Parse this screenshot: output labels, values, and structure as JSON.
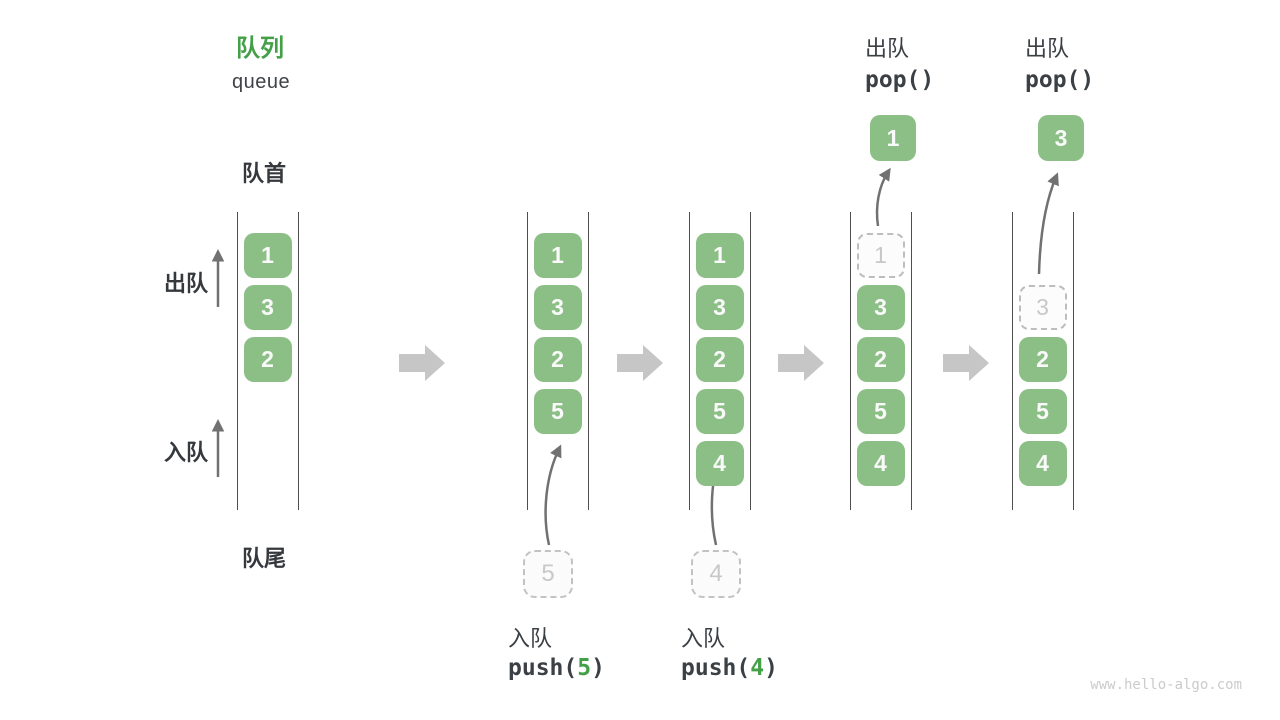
{
  "title": {
    "zh": "队列",
    "en": "queue"
  },
  "labels": {
    "front": "队首",
    "rear": "队尾",
    "dequeue_direction": "出队",
    "enqueue_direction": "入队"
  },
  "colors": {
    "item_green": "#8BBF85",
    "accent_green": "#43A047",
    "block_arrow_gray": "#C6C6C6",
    "thin_arrow_gray": "#717171",
    "wall_gray": "#4E4E4E",
    "dashed_border_gray": "#BDBDBD",
    "faded_text_gray": "#C8C8C8",
    "text_dark": "#3B4045",
    "watermark_gray": "#CBCBCB"
  },
  "states": [
    {
      "name": "initial",
      "slots": [
        {
          "row": 0,
          "type": "solid",
          "v": "1"
        },
        {
          "row": 1,
          "type": "solid",
          "v": "3"
        },
        {
          "row": 2,
          "type": "solid",
          "v": "2"
        }
      ]
    },
    {
      "name": "after-push-5",
      "slots": [
        {
          "row": 0,
          "type": "solid",
          "v": "1"
        },
        {
          "row": 1,
          "type": "solid",
          "v": "3"
        },
        {
          "row": 2,
          "type": "solid",
          "v": "2"
        },
        {
          "row": 3,
          "type": "solid",
          "v": "5"
        }
      ]
    },
    {
      "name": "after-push-4",
      "slots": [
        {
          "row": 0,
          "type": "solid",
          "v": "1"
        },
        {
          "row": 1,
          "type": "solid",
          "v": "3"
        },
        {
          "row": 2,
          "type": "solid",
          "v": "2"
        },
        {
          "row": 3,
          "type": "solid",
          "v": "5"
        },
        {
          "row": 4,
          "type": "solid",
          "v": "4"
        }
      ]
    },
    {
      "name": "after-pop-1",
      "slots": [
        {
          "row": 0,
          "type": "dashed",
          "v": "1"
        },
        {
          "row": 1,
          "type": "solid",
          "v": "3"
        },
        {
          "row": 2,
          "type": "solid",
          "v": "2"
        },
        {
          "row": 3,
          "type": "solid",
          "v": "5"
        },
        {
          "row": 4,
          "type": "solid",
          "v": "4"
        }
      ]
    },
    {
      "name": "after-pop-3",
      "slots": [
        {
          "row": 1,
          "type": "dashed",
          "v": "3"
        },
        {
          "row": 2,
          "type": "solid",
          "v": "2"
        },
        {
          "row": 3,
          "type": "solid",
          "v": "5"
        },
        {
          "row": 4,
          "type": "solid",
          "v": "4"
        }
      ]
    }
  ],
  "operations": {
    "push5": {
      "label": "入队",
      "code_pre": "push(",
      "code_arg": "5",
      "code_post": ")",
      "staged_value": "5"
    },
    "push4": {
      "label": "入队",
      "code_pre": "push(",
      "code_arg": "4",
      "code_post": ")",
      "staged_value": "4"
    },
    "pop1": {
      "label": "出队",
      "code": "pop()",
      "popped_value": "1"
    },
    "pop3": {
      "label": "出队",
      "code": "pop()",
      "popped_value": "3"
    }
  },
  "watermark": "www.hello-algo.com"
}
